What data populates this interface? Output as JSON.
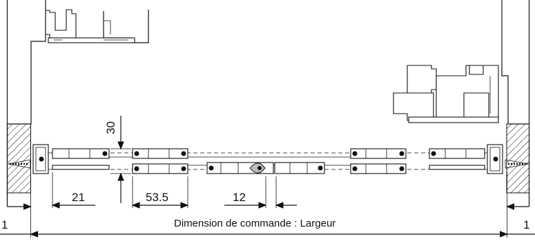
{
  "dimensions": {
    "gap_30": "30",
    "depth_21": "21",
    "panel_53_5": "53.5",
    "middle_12": "12",
    "left_margin": "1",
    "right_margin": "1",
    "order_width": "Dimension de commande : Largeur"
  }
}
